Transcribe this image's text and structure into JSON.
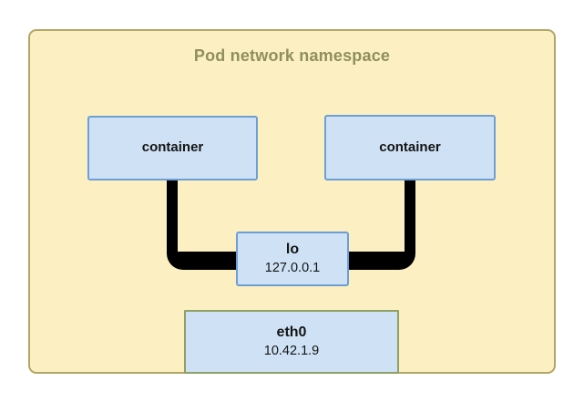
{
  "diagram": {
    "title": "Pod network namespace",
    "nodes": [
      {
        "id": "container-left",
        "label": "container"
      },
      {
        "id": "container-right",
        "label": "container"
      },
      {
        "id": "lo",
        "label": "lo",
        "ip": "127.0.0.1"
      },
      {
        "id": "eth0",
        "label": "eth0",
        "ip": "10.42.1.9"
      }
    ],
    "connectors": [
      {
        "from": "container-left",
        "to": "lo",
        "style": "thick-black-elbow"
      },
      {
        "from": "container-right",
        "to": "lo",
        "style": "thick-black-elbow"
      }
    ],
    "colors": {
      "namespace_fill": "#fcf0c2",
      "namespace_border": "#b1a666",
      "node_fill": "#cfe2f5",
      "node_border": "#6d9ed6",
      "eth0_border": "#8fa066",
      "title_text": "#8f8f5c",
      "connector": "#000000"
    }
  }
}
